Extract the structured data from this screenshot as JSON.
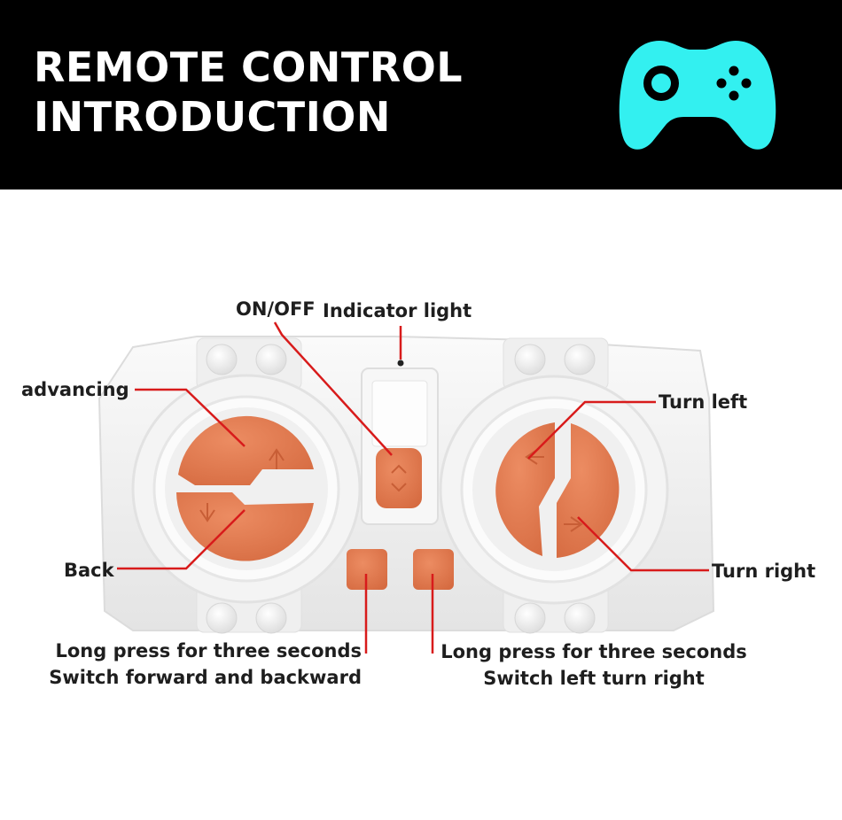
{
  "header": {
    "title_line1": "REMOTE CONTROL",
    "title_line2": "INTRODUCTION",
    "icon": "gamepad-icon"
  },
  "labels": {
    "on_off": "ON/OFF",
    "indicator_light": "Indicator light",
    "advancing": "advancing",
    "back": "Back",
    "turn_left": "Turn left",
    "turn_right": "Turn right"
  },
  "notes": {
    "left_line1": "Long press for three seconds",
    "left_line2": "Switch forward and backward",
    "right_line1": "Long press for three seconds",
    "right_line2": "Switch left turn right"
  },
  "colors": {
    "banner": "#000000",
    "accent_icon": "#33f0f0",
    "button_orange": "#e07a50",
    "pointer_line": "#d81b1b",
    "remote_body": "#f3f3f3"
  }
}
